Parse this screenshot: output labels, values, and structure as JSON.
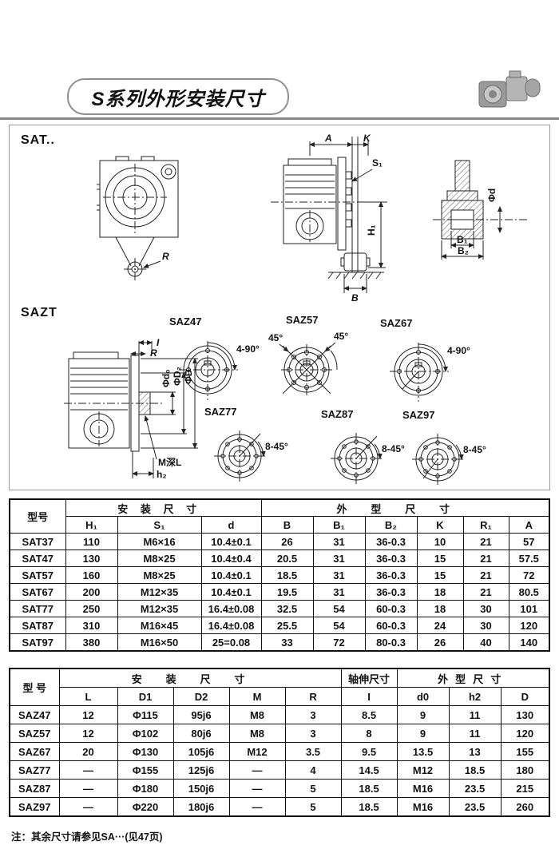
{
  "header": {
    "title": "S系列外形安装尺寸"
  },
  "diagram": {
    "sat_label": "SAT..",
    "sazt_label": "SAZT",
    "side": {
      "a": "A",
      "k": "K",
      "s1": "S₁",
      "h1": "H₁",
      "b": "B"
    },
    "front": {
      "r": "R"
    },
    "shaft": {
      "phi_d": "Φd",
      "b1": "B₁",
      "b2": "B₂"
    },
    "sazt": {
      "i": "I",
      "r": "R",
      "phi_d0": "Φd₀",
      "phi_D2": "ΦD₂",
      "phi_D": "ΦD",
      "m_depth": "M深L",
      "h2": "h₂"
    },
    "flanges": [
      {
        "name": "SAZ47",
        "angle": "4-90°"
      },
      {
        "name": "SAZ57",
        "angle_left": "45°",
        "angle_right": "45°"
      },
      {
        "name": "SAZ67",
        "angle": "4-90°"
      },
      {
        "name": "SAZ77",
        "angle": "8-45°"
      },
      {
        "name": "SAZ87",
        "angle": "8-45°"
      },
      {
        "name": "SAZ97",
        "angle": "8-45°"
      }
    ]
  },
  "table1": {
    "model_header": "型号",
    "group_install": "安装尺寸",
    "group_outline": "外型尺寸",
    "columns": [
      "H₁",
      "S₁",
      "d",
      "B",
      "B₁",
      "B₂",
      "K",
      "R₁",
      "A"
    ],
    "rows": [
      [
        "SAT37",
        "110",
        "M6×16",
        "10.4±0.1",
        "26",
        "31",
        "36-0.3",
        "10",
        "21",
        "57"
      ],
      [
        "SAT47",
        "130",
        "M8×25",
        "10.4±0.4",
        "20.5",
        "31",
        "36-0.3",
        "15",
        "21",
        "57.5"
      ],
      [
        "SAT57",
        "160",
        "M8×25",
        "10.4±0.1",
        "18.5",
        "31",
        "36-0.3",
        "15",
        "21",
        "72"
      ],
      [
        "SAT67",
        "200",
        "M12×35",
        "10.4±0.1",
        "19.5",
        "31",
        "36-0.3",
        "18",
        "21",
        "80.5"
      ],
      [
        "SAT77",
        "250",
        "M12×35",
        "16.4±0.08",
        "32.5",
        "54",
        "60-0.3",
        "18",
        "30",
        "101"
      ],
      [
        "SAT87",
        "310",
        "M16×45",
        "16.4±0.08",
        "25.5",
        "54",
        "60-0.3",
        "24",
        "30",
        "120"
      ],
      [
        "SAT97",
        "380",
        "M16×50",
        "25=0.08",
        "33",
        "72",
        "80-0.3",
        "26",
        "40",
        "140"
      ]
    ]
  },
  "table2": {
    "model_header": "型 号",
    "group_install": "安装尺寸",
    "group_shaft": "轴伸尺寸",
    "group_outline": "外型尺寸",
    "columns": [
      "L",
      "D1",
      "D2",
      "M",
      "R",
      "I",
      "d0",
      "h2",
      "D"
    ],
    "rows": [
      [
        "SAZ47",
        "12",
        "Φ115",
        "95j6",
        "M8",
        "3",
        "8.5",
        "9",
        "11",
        "130"
      ],
      [
        "SAZ57",
        "12",
        "Φ102",
        "80j6",
        "M8",
        "3",
        "8",
        "9",
        "11",
        "120"
      ],
      [
        "SAZ67",
        "20",
        "Φ130",
        "105j6",
        "M12",
        "3.5",
        "9.5",
        "13.5",
        "13",
        "155"
      ],
      [
        "SAZ77",
        "—",
        "Φ155",
        "125j6",
        "—",
        "4",
        "14.5",
        "M12",
        "18.5",
        "180"
      ],
      [
        "SAZ87",
        "—",
        "Φ180",
        "150j6",
        "—",
        "5",
        "18.5",
        "M16",
        "23.5",
        "215"
      ],
      [
        "SAZ97",
        "—",
        "Φ220",
        "180j6",
        "—",
        "5",
        "18.5",
        "M16",
        "23.5",
        "260"
      ]
    ]
  },
  "footer": {
    "note": "注：其余尺寸请参见SA···(见47页)"
  }
}
